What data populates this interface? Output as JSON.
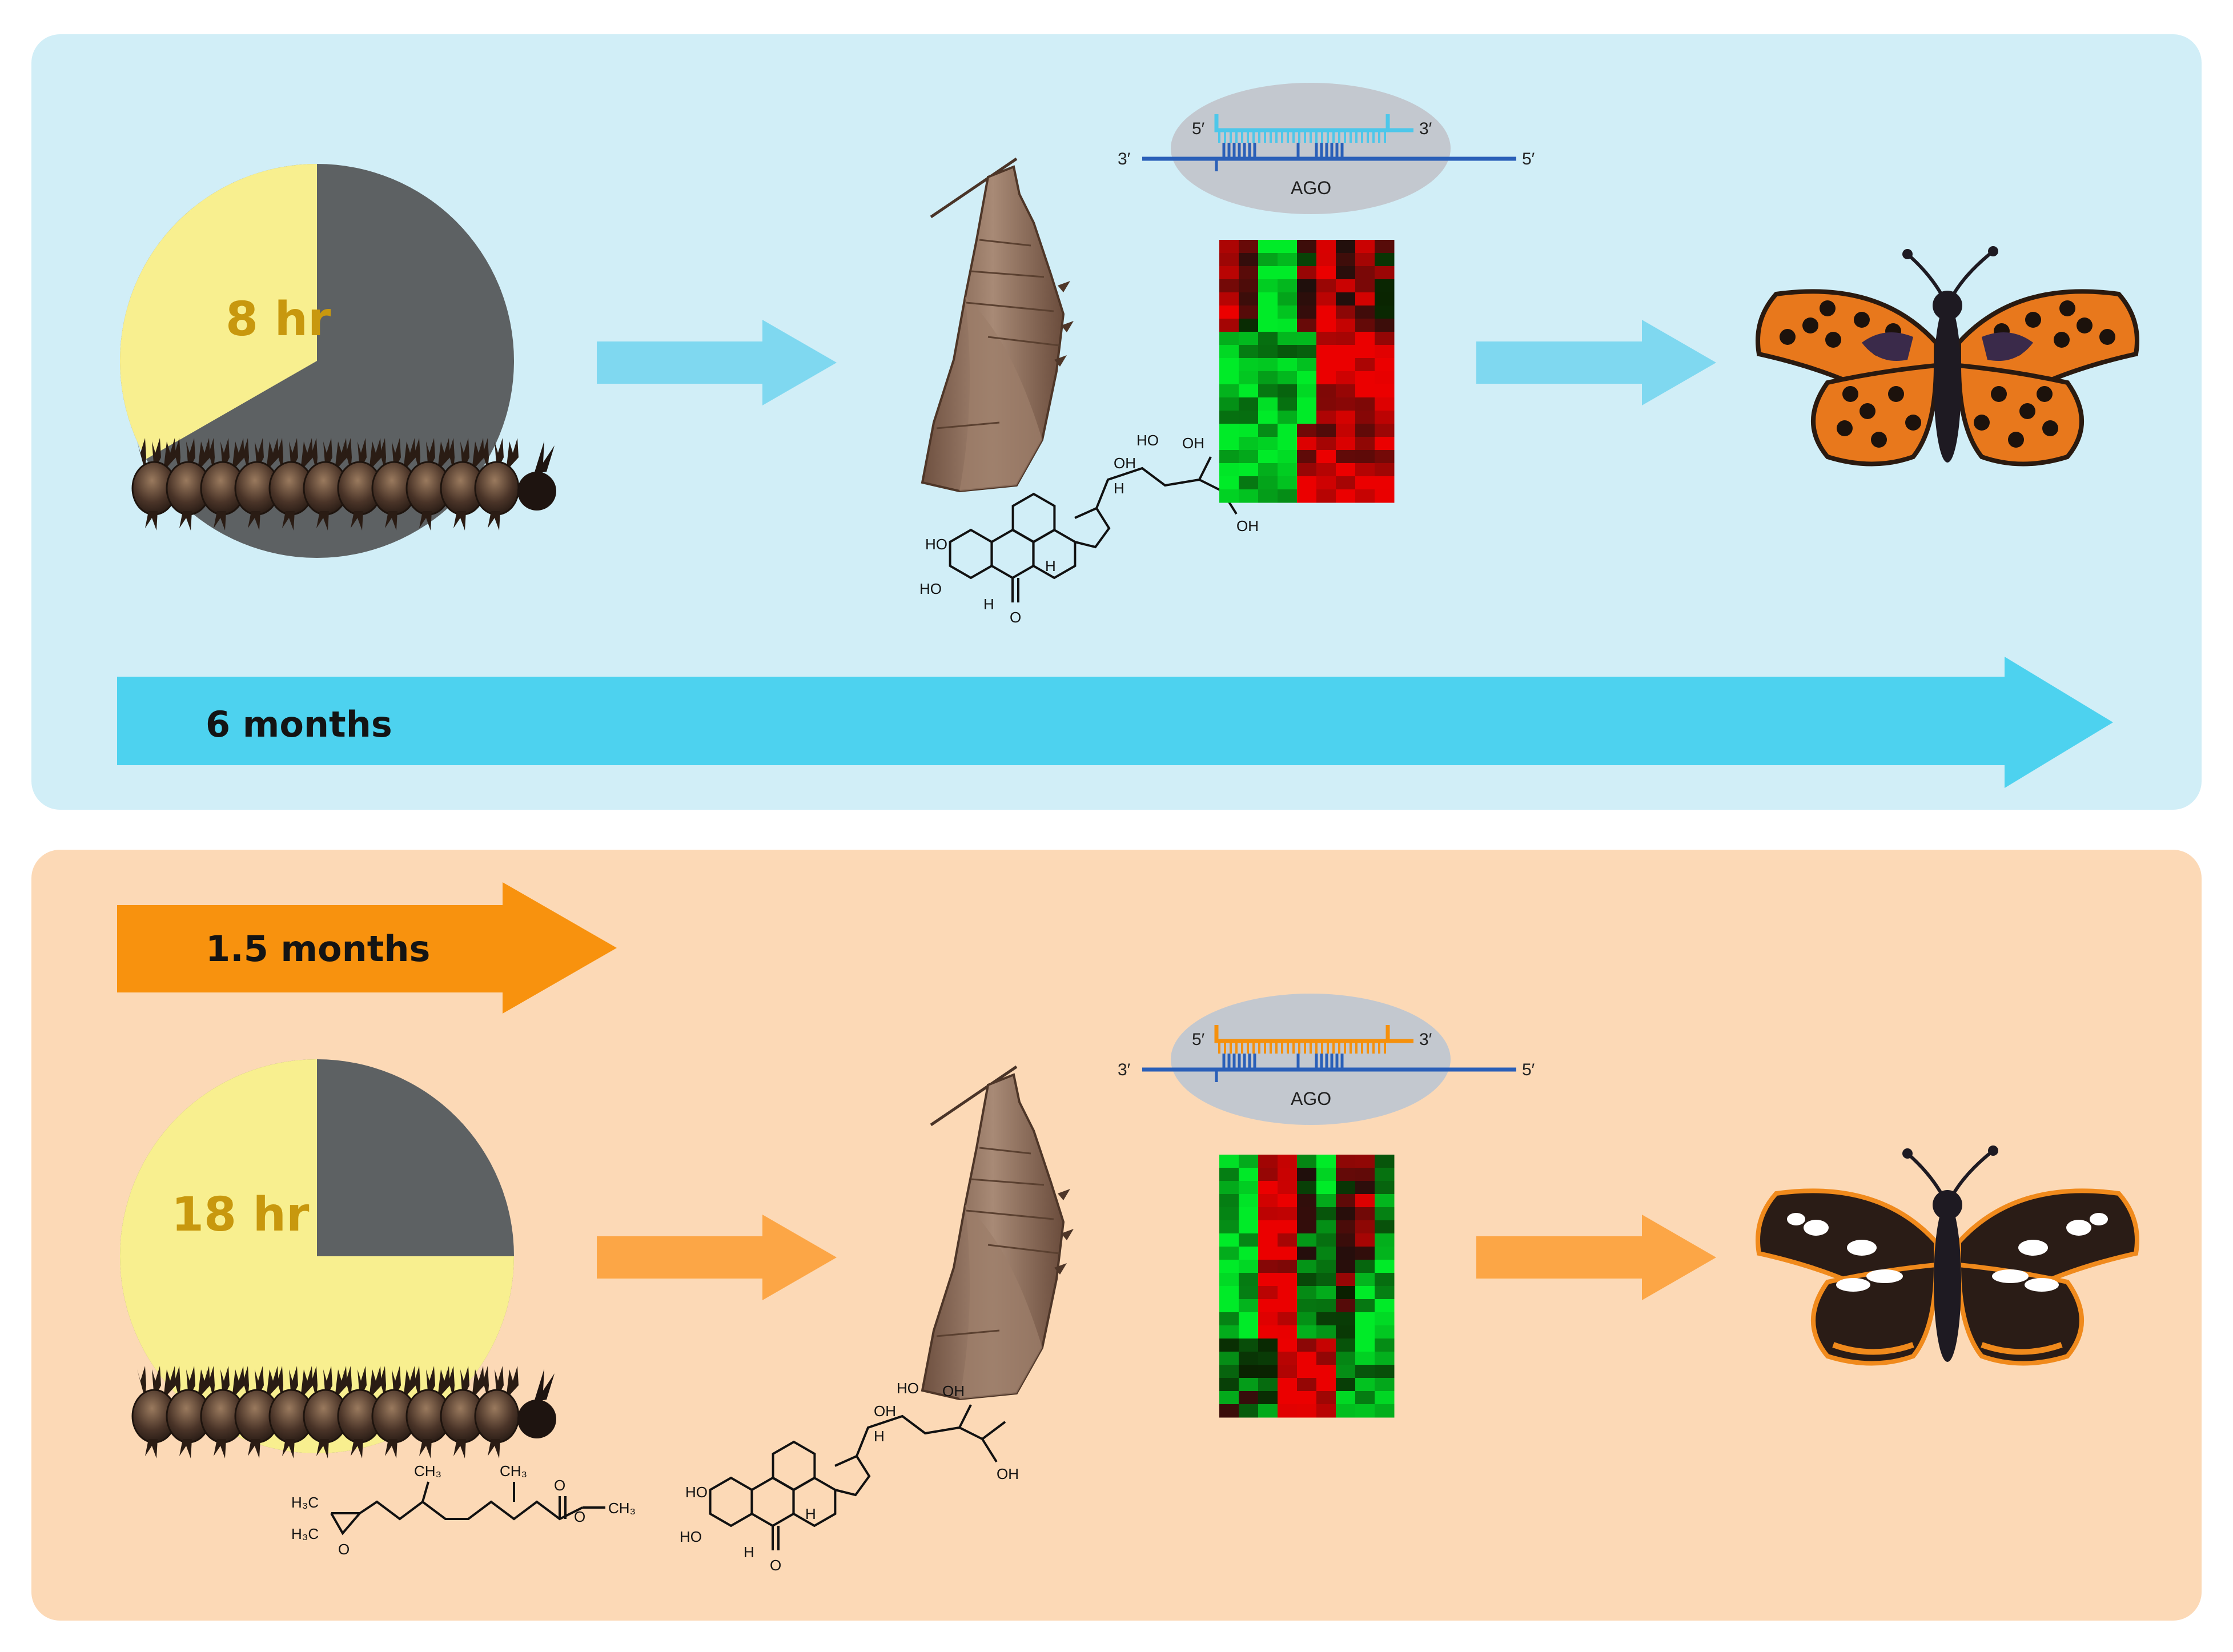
{
  "panels": [
    {
      "id": "top",
      "background": "#d1eef7",
      "day_fraction": 0.333,
      "day_length_label": "8 hr",
      "duration_label": "6 months",
      "duration_color": "#4dd2ef",
      "arrow_color": "#7fd8f0",
      "mirna_guide_color": "#4dc7ea",
      "rna_labels": {
        "guide_5p": "5′",
        "guide_3p": "3′",
        "target_3p": "3′",
        "target_5p": "5′",
        "protein": "AGO"
      },
      "hormone_labels": [
        "HO",
        "OH",
        "H",
        "HO",
        "HO",
        "H",
        "OH",
        "H",
        "OH",
        "O"
      ],
      "heatmap_pattern": "top",
      "butterfly_form": "levana (orange spring form)",
      "butterfly_colors": {
        "wing": "#e8781c",
        "spots": "#1c120c",
        "edge": "#2a1a10"
      }
    },
    {
      "id": "bottom",
      "background": "#fcd9b6",
      "day_fraction": 0.75,
      "day_length_label": "18 hr",
      "duration_label": "1.5 months",
      "duration_color": "#f8920e",
      "arrow_color": "#fca646",
      "mirna_guide_color": "#f5900c",
      "rna_labels": {
        "guide_5p": "5′",
        "guide_3p": "3′",
        "target_3p": "3′",
        "target_5p": "5′",
        "protein": "AGO"
      },
      "hormone_labels": [
        "HO",
        "OH",
        "H",
        "HO",
        "HO",
        "H",
        "OH",
        "H",
        "OH",
        "O"
      ],
      "jh_labels": [
        "H₃C",
        "H₃C",
        "CH₃",
        "CH₃",
        "O",
        "O",
        "CH₃",
        "O"
      ],
      "heatmap_pattern": "bottom",
      "butterfly_form": "prorsa (dark summer form)",
      "butterfly_colors": {
        "wing": "#2a1c16",
        "spots": "#ffffff",
        "edge": "#f08a1c"
      }
    }
  ],
  "colors": {
    "night": "#5d6163",
    "day": "#f8ef8f",
    "day_text": "#c8980e",
    "duration_text": "#141414",
    "rna_target": "#2a5fb8",
    "ago_blob": "#c3c8cf",
    "pupa": "#8a6a55",
    "caterpillar": "#4a3428"
  }
}
